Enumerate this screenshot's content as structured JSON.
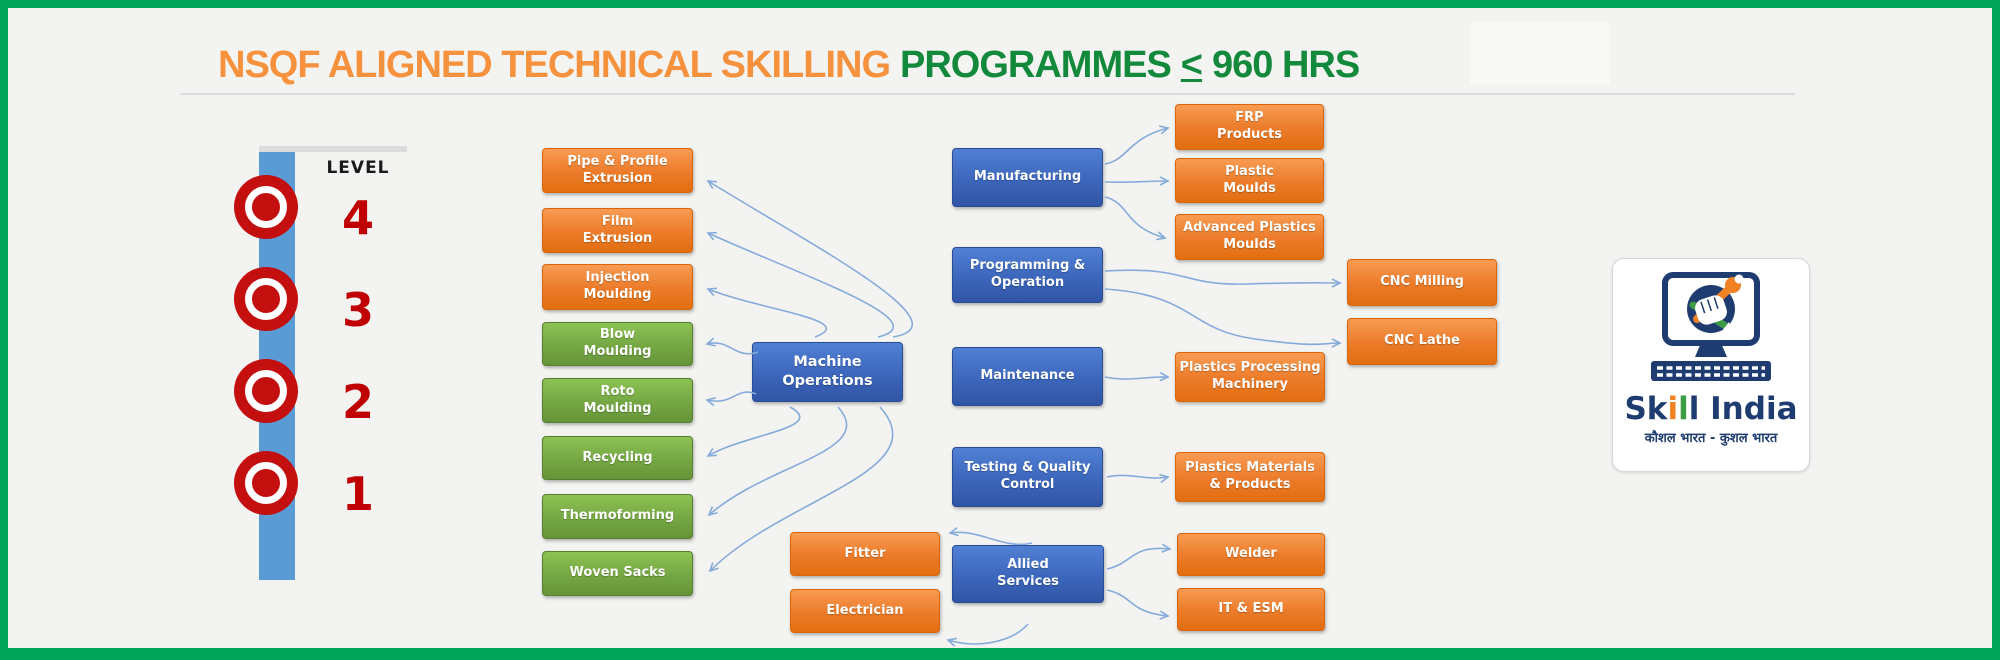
{
  "title": {
    "orange": "NSQF ALIGNED TECHNICAL SKILLING",
    "green_before": "PROGRAMMES",
    "lte": "<",
    "green_after": "960 HRS"
  },
  "level_scale": {
    "heading": "LEVEL",
    "levels": [
      "4",
      "3",
      "2",
      "1"
    ]
  },
  "boxes": {
    "machine_operations": {
      "label": "Machine\nOperations"
    },
    "pipe_profile_extrusion": {
      "label": "Pipe & Profile\nExtrusion"
    },
    "film_extrusion": {
      "label": "Film\nExtrusion"
    },
    "injection_moulding": {
      "label": "Injection\nMoulding"
    },
    "blow_moulding": {
      "label": "Blow\nMoulding"
    },
    "roto_moulding": {
      "label": "Roto\nMoulding"
    },
    "recycling": {
      "label": "Recycling"
    },
    "thermoforming": {
      "label": "Thermoforming"
    },
    "woven_sacks": {
      "label": "Woven Sacks"
    },
    "manufacturing": {
      "label": "Manufacturing"
    },
    "programming_operation": {
      "label": "Programming &\nOperation"
    },
    "maintenance": {
      "label": "Maintenance"
    },
    "testing_quality_control": {
      "label": "Testing & Quality\nControl"
    },
    "allied_services": {
      "label": "Allied\nServices"
    },
    "frp_products": {
      "label": "FRP\nProducts"
    },
    "plastic_moulds": {
      "label": "Plastic\nMoulds"
    },
    "advanced_plastics_moulds": {
      "label": "Advanced Plastics\nMoulds"
    },
    "cnc_milling": {
      "label": "CNC Milling"
    },
    "cnc_lathe": {
      "label": "CNC Lathe"
    },
    "plastics_processing_machinery": {
      "label": "Plastics Processing\nMachinery"
    },
    "plastics_materials_products": {
      "label": "Plastics Materials\n& Products"
    },
    "welder": {
      "label": "Welder"
    },
    "it_esm": {
      "label": "IT & ESM"
    },
    "fitter": {
      "label": "Fitter"
    },
    "electrician": {
      "label": "Electrician"
    }
  },
  "edges": [
    {
      "from": "Machine Operations",
      "to": "Pipe & Profile Extrusion"
    },
    {
      "from": "Machine Operations",
      "to": "Film Extrusion"
    },
    {
      "from": "Machine Operations",
      "to": "Injection Moulding"
    },
    {
      "from": "Machine Operations",
      "to": "Blow Moulding"
    },
    {
      "from": "Machine Operations",
      "to": "Roto Moulding"
    },
    {
      "from": "Machine Operations",
      "to": "Recycling"
    },
    {
      "from": "Machine Operations",
      "to": "Thermoforming"
    },
    {
      "from": "Machine Operations",
      "to": "Woven Sacks"
    },
    {
      "from": "Manufacturing",
      "to": "FRP Products"
    },
    {
      "from": "Manufacturing",
      "to": "Plastic Moulds"
    },
    {
      "from": "Manufacturing",
      "to": "Advanced Plastics Moulds"
    },
    {
      "from": "Programming & Operation",
      "to": "CNC Milling"
    },
    {
      "from": "Programming & Operation",
      "to": "CNC Lathe"
    },
    {
      "from": "Maintenance",
      "to": "Plastics Processing Machinery"
    },
    {
      "from": "Testing & Quality Control",
      "to": "Plastics Materials & Products"
    },
    {
      "from": "Allied Services",
      "to": "Fitter"
    },
    {
      "from": "Allied Services",
      "to": "Electrician"
    },
    {
      "from": "Allied Services",
      "to": "Welder"
    },
    {
      "from": "Allied Services",
      "to": "IT & ESM"
    }
  ],
  "logo": {
    "brand_parts": [
      "Sk",
      "i",
      "l",
      "l",
      " India"
    ],
    "tagline": "कौशल भारत - कुशल भारत"
  },
  "colors": {
    "border_green": "#00A45A",
    "background": "#F3F3F1",
    "orange_box": "#EC7C2B",
    "green_box": "#74A743",
    "blue_box": "#3C66BB",
    "arrow": "#85ABDB",
    "level_bar": "#5B9BD5",
    "bullseye_red": "#C40F0F",
    "title_orange": "#F6923D",
    "title_green": "#13893B",
    "logo_navy": "#1F3C70"
  }
}
